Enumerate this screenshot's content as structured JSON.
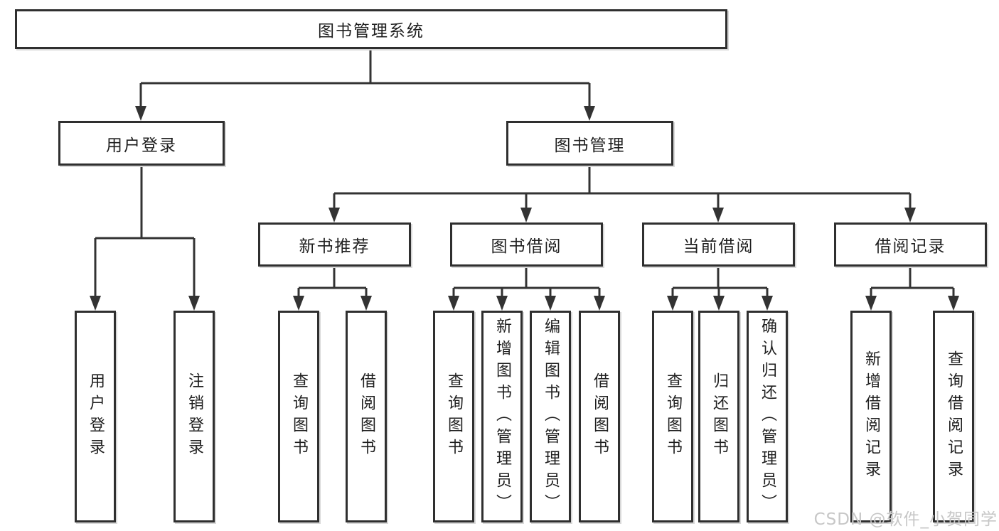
{
  "colors": {
    "line": "#333333",
    "box_border": "#2f2f2f",
    "box_fill": "#ffffff",
    "text": "#1f1f1f",
    "watermark": "#c7c7c7",
    "background": "#ffffff"
  },
  "tree": {
    "root": "图书管理系统",
    "children": [
      {
        "label": "用户登录",
        "children": [
          "用户登录",
          "注销登录"
        ]
      },
      {
        "label": "图书管理",
        "children": [
          {
            "label": "新书推荐",
            "children": [
              "查询图书",
              "借阅图书"
            ]
          },
          {
            "label": "图书借阅",
            "children": [
              "查询图书",
              "新增图书（管理员）",
              "编辑图书（管理员）",
              "借阅图书"
            ]
          },
          {
            "label": "当前借阅",
            "children": [
              "查询图书",
              "归还图书",
              "确认归还（管理员）"
            ]
          },
          {
            "label": "借阅记录",
            "children": [
              "新增借阅记录",
              "查询借阅记录"
            ]
          }
        ]
      }
    ]
  },
  "watermark": {
    "text": "CSDN @软件_小贺同学"
  }
}
